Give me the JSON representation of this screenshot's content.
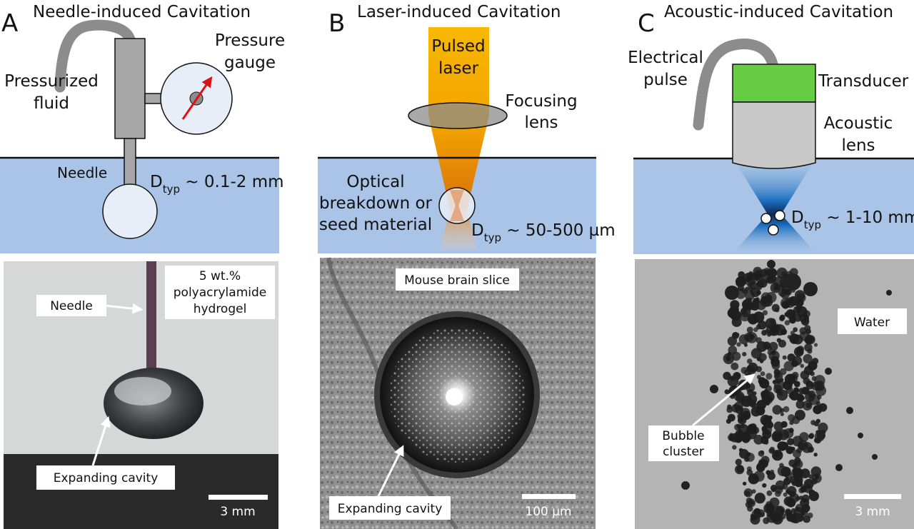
{
  "panel_a": {
    "letter": "A",
    "title": "Needle-induced Cavitation",
    "pressure_label_1": "Pressure",
    "pressure_label_2": "gauge",
    "fluid_label_1": "Pressurized",
    "fluid_label_2": "fluid",
    "needle_label": "Needle",
    "d_main": "D",
    "d_sub": "typ",
    "d_value": " ~ 0.1-2 mm",
    "photo_hydrogel_1": "5 wt.%",
    "photo_hydrogel_2": "polyacrylamide",
    "photo_hydrogel_3": "hydrogel",
    "photo_needle": "Needle",
    "photo_cavity": "Expanding cavity",
    "scale": "3 mm"
  },
  "panel_b": {
    "letter": "B",
    "title": "Laser-induced Cavitation",
    "laser_label_1": "Pulsed",
    "laser_label_2": "laser",
    "lens_label_1": "Focusing",
    "lens_label_2": "lens",
    "seed_label_1": "Optical",
    "seed_label_2": "breakdown or",
    "seed_label_3": "seed material",
    "d_main": "D",
    "d_sub": "typ",
    "d_value": " ~ 50-500 µm",
    "photo_brain": "Mouse brain slice",
    "photo_cavity": "Expanding cavity",
    "scale": "100 µm"
  },
  "panel_c": {
    "letter": "C",
    "title": "Acoustic-induced Cavitation",
    "pulse_label_1": "Electrical",
    "pulse_label_2": "pulse",
    "transducer_label": "Transducer",
    "acoustic_label_1": "Acoustic",
    "acoustic_label_2": "lens",
    "d_main": "D",
    "d_sub": "typ",
    "d_value": " ~ 1-10 mm",
    "photo_water": "Water",
    "photo_cluster_1": "Bubble",
    "photo_cluster_2": "cluster",
    "scale": "3 mm"
  },
  "colors": {
    "water": "#a9c4e6",
    "transducer": "#66cc44",
    "laser": "#f7b500",
    "gray_part": "#a6a6a6",
    "arrow_red": "#dd1111"
  }
}
